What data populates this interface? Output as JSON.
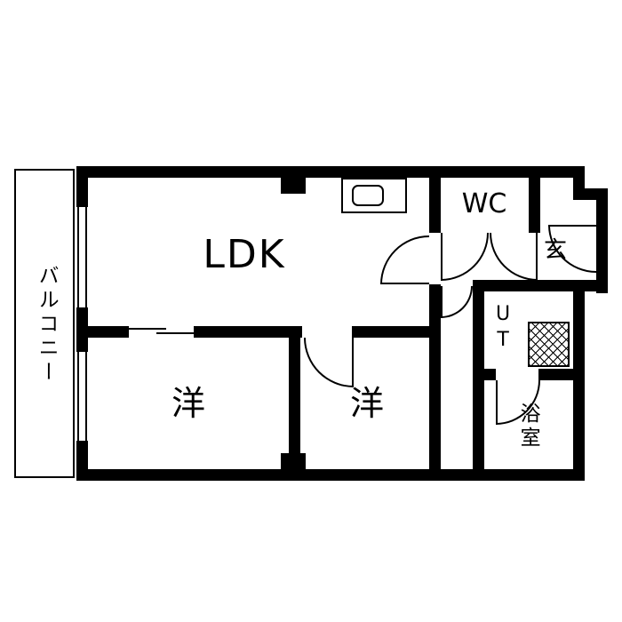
{
  "labels": {
    "balcony": "バルコニー",
    "ldk": "LDK",
    "wc": "WC",
    "entrance": "玄",
    "utility": "UT",
    "bath": "浴室",
    "bedroom1": "洋",
    "bedroom2": "洋"
  },
  "colors": {
    "wall": "#000000",
    "background": "#ffffff"
  }
}
